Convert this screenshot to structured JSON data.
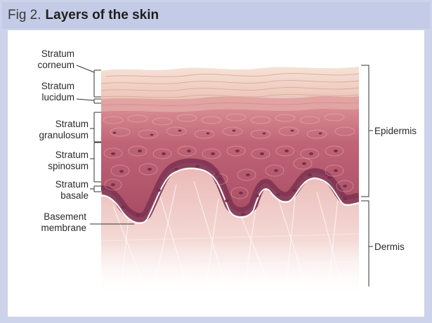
{
  "figure": {
    "number": "Fig 2.",
    "title": "Layers of the skin"
  },
  "layers": [
    {
      "line1": "Stratum",
      "line2": "corneum"
    },
    {
      "line1": "Stratum",
      "line2": "lucidum"
    },
    {
      "line1": "Stratum",
      "line2": "granulosum"
    },
    {
      "line1": "Stratum",
      "line2": "spinosum"
    },
    {
      "line1": "Stratum",
      "line2": "basale"
    }
  ],
  "basement": {
    "line1": "Basement",
    "line2": "membrane"
  },
  "regions": {
    "epidermis": "Epidermis",
    "dermis": "Dermis"
  },
  "colors": {
    "corneum": "#f1d4c6",
    "lucidum": "#e7b6ad",
    "granulosum": "#c97482",
    "spinosum": "#b8596c",
    "basale": "#8f3f5c",
    "dermis_top": "#edc0bc",
    "dermis_bottom": "#ffffff",
    "header_bg": "#c4cbe6"
  }
}
